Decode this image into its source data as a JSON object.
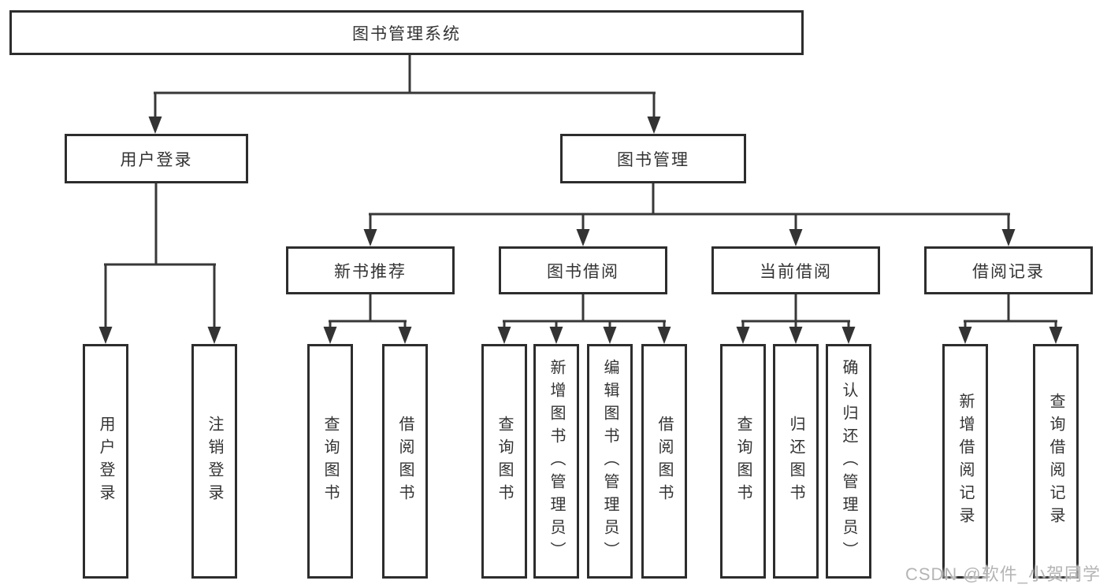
{
  "colors": {
    "background": "#ffffff",
    "line": "#383838",
    "box_border": "#2d2d2d",
    "text": "#333333",
    "watermark": "#b5b5b5"
  },
  "tree": {
    "root": "图书管理系统",
    "branches": [
      {
        "label": "用户登录",
        "children": [
          "用户登录",
          "注销登录"
        ]
      },
      {
        "label": "图书管理",
        "groups": [
          {
            "label": "新书推荐",
            "children": [
              "查询图书",
              "借阅图书"
            ]
          },
          {
            "label": "图书借阅",
            "children": [
              "查询图书",
              "新增图书（管理员）",
              "编辑图书（管理员）",
              "借阅图书"
            ]
          },
          {
            "label": "当前借阅",
            "children": [
              "查询图书",
              "归还图书",
              "确认归还（管理员）"
            ]
          },
          {
            "label": "借阅记录",
            "children": [
              "新增借阅记录",
              "查询借阅记录"
            ]
          }
        ]
      }
    ]
  },
  "watermark": {
    "text": "CSDN @软件_小贺同学"
  }
}
